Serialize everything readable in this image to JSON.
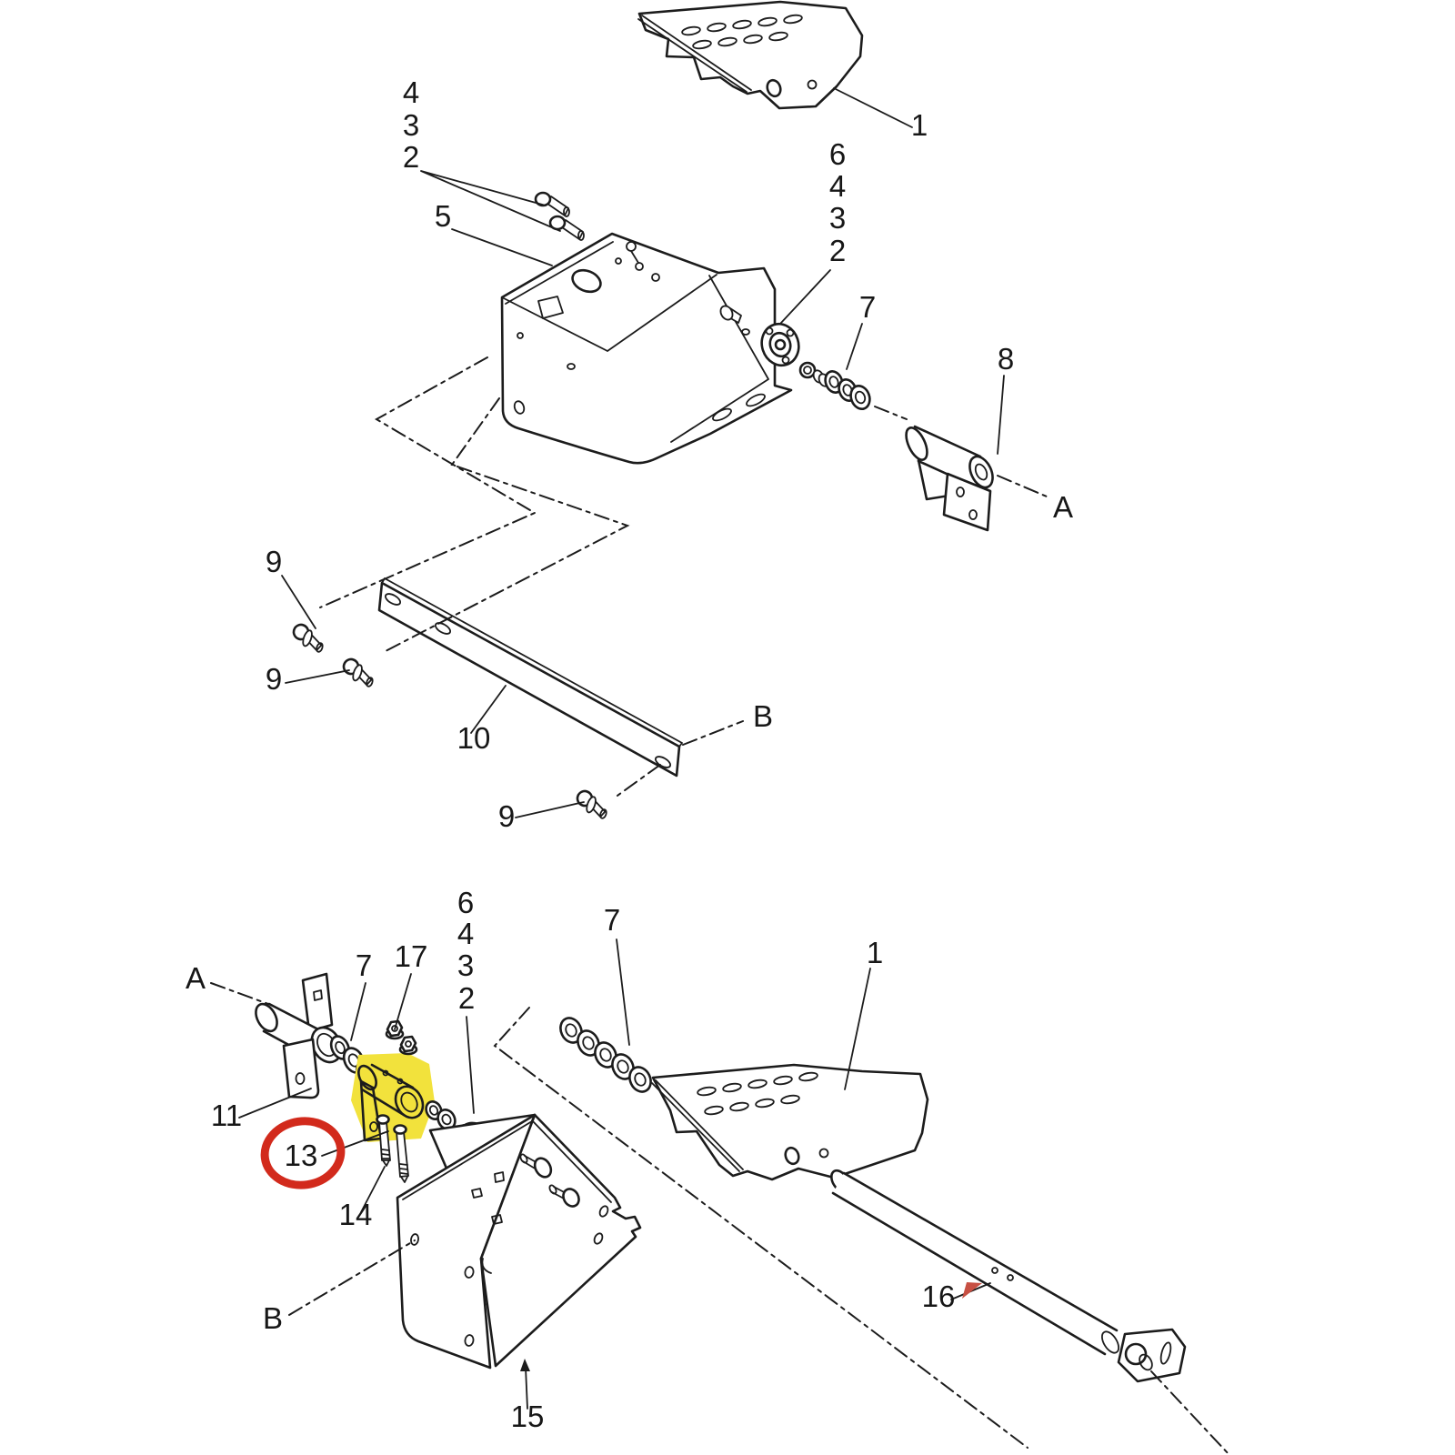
{
  "meta": {
    "type": "exploded-parts-diagram",
    "description": "Black-and-white exploded parts line drawing, two assemblies; callout 13 is circled in red and its part is highlighted yellow; item 16 marked with small red arrow",
    "red_circled_callout": "13",
    "yellow_highlighted_part_callout": "13",
    "section_axis_letters": [
      "A",
      "B"
    ]
  },
  "colors": {
    "line": "#1c1c1c",
    "background": "#ffffff",
    "highlight_yellow": "#f2e23c",
    "circle_red": "#d22a1c",
    "arrow_red": "#c75043"
  },
  "labels": [
    {
      "t": "4"
    },
    {
      "t": "3"
    },
    {
      "t": "2"
    },
    {
      "t": "5"
    },
    {
      "t": "1"
    },
    {
      "t": "6"
    },
    {
      "t": "4"
    },
    {
      "t": "3"
    },
    {
      "t": "2"
    },
    {
      "t": "7"
    },
    {
      "t": "8"
    },
    {
      "t": "A"
    },
    {
      "t": "9"
    },
    {
      "t": "9"
    },
    {
      "t": "10"
    },
    {
      "t": "9"
    },
    {
      "t": "B"
    },
    {
      "t": "A"
    },
    {
      "t": "7"
    },
    {
      "t": "17"
    },
    {
      "t": "6"
    },
    {
      "t": "4"
    },
    {
      "t": "3"
    },
    {
      "t": "2"
    },
    {
      "t": "11"
    },
    {
      "t": "13"
    },
    {
      "t": "14"
    },
    {
      "t": "15"
    },
    {
      "t": "B"
    },
    {
      "t": "7"
    },
    {
      "t": "1"
    },
    {
      "t": "16"
    }
  ]
}
